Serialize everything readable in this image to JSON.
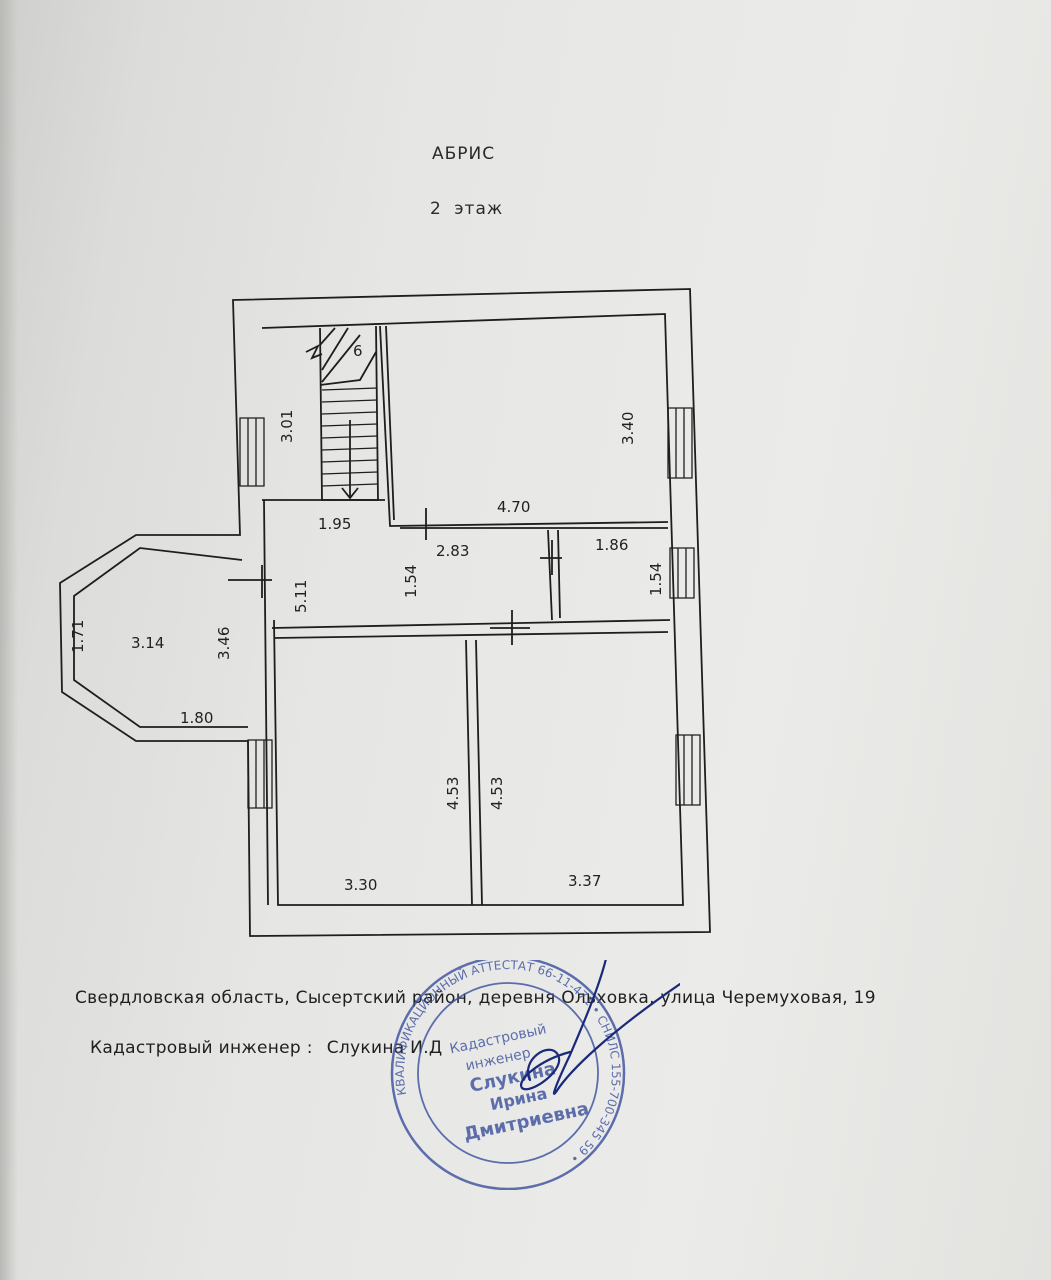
{
  "document": {
    "title": "АБРИС",
    "floor": "2 этаж"
  },
  "plan": {
    "stair_label": "6",
    "dimensions": {
      "stair_height": "3.01",
      "room_ne_height": "3.40",
      "room_ne_width": "4.70",
      "hall_width": "1.95",
      "corridor_width": "2.83",
      "bath_width": "1.86",
      "hall_height": "5.11",
      "corridor_height": "1.54",
      "bath_height": "1.54",
      "bay_side": "1.71",
      "bay_width": "3.14",
      "bay_height": "3.46",
      "bay_depth": "1.80",
      "room_sw_height": "4.53",
      "room_se_height": "4.53",
      "room_sw_width": "3.30",
      "room_se_width": "3.37"
    }
  },
  "footer": {
    "address": "Свердловская область, Сысертский район, деревня Ольховка, улица Черемуховая, 19",
    "engineer_label": "Кадастровый инженер :",
    "engineer_name": "Слукина  И.Д"
  },
  "stamp": {
    "ring_text": "КВАЛИФИКАЦИОННЫЙ АТТЕСТАТ 66-11-471 • СНИЛС 155-700-345 59 •",
    "line1": "Кадастровый",
    "line2": "инженер",
    "line3": "Слукина",
    "line4": "Ирина",
    "line5": "Дмитриевна",
    "colors": {
      "ink": "#3a4f9e",
      "signature": "#1a2a7a"
    }
  }
}
